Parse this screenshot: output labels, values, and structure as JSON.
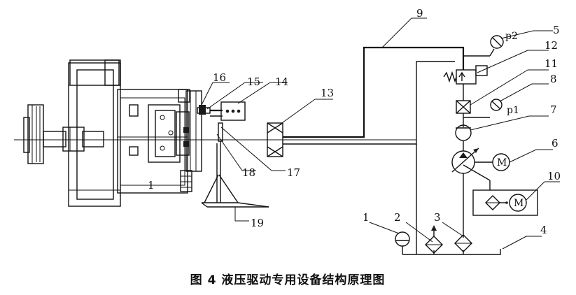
{
  "caption": "图 4 液压驱动专用设备结构原理图",
  "labels": {
    "n1_left": "1",
    "n1_right": "1",
    "n2": "2",
    "n3": "3",
    "n4": "4",
    "n5": "5",
    "n6": "6",
    "n7": "7",
    "n8": "8",
    "n9": "9",
    "n10": "10",
    "n11": "11",
    "n12": "12",
    "n13": "13",
    "n14": "14",
    "n15": "15",
    "n16": "16",
    "n17": "17",
    "n18": "18",
    "n19": "19",
    "p1": "p1",
    "p2": "p2",
    "motor_6": "M",
    "motor_10": "M"
  }
}
